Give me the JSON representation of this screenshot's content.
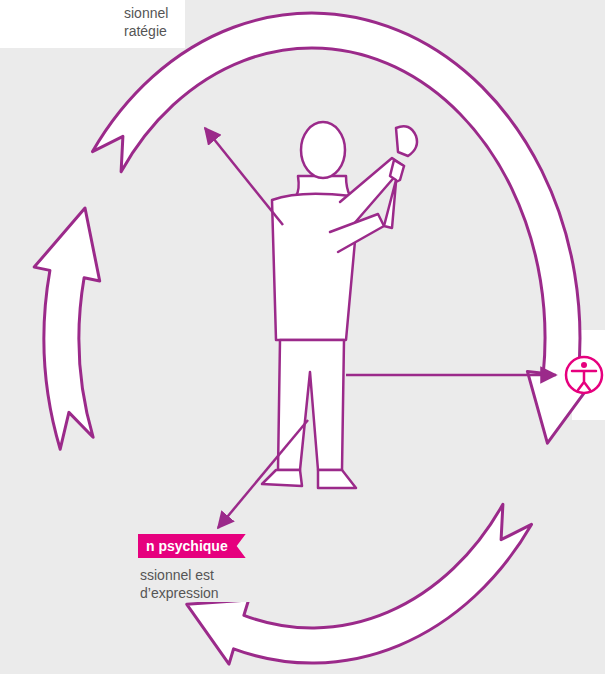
{
  "diagram": {
    "nodes": [
      {
        "text": [
          "sionnel ratégie"
        ]
      },
      {
        "text": [
          "n psychique",
          "ssionnel est d’expression"
        ]
      }
    ]
  }
}
